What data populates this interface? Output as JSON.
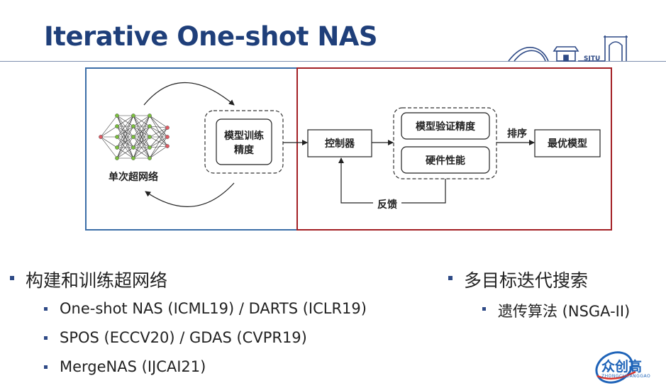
{
  "slide": {
    "title": "Iterative One-shot NAS"
  },
  "logo": {
    "label": "SJTU"
  },
  "diagram": {
    "supernet_label": "单次超网络",
    "train_accuracy": [
      "模型训练",
      "精度"
    ],
    "controller": "控制器",
    "validation_accuracy": "模型验证精度",
    "hardware_performance": "硬件性能",
    "sort_label": "排序",
    "best_model": "最优模型",
    "feedback_label": "反馈",
    "colors": {
      "left_frame": "#3b6ea8",
      "right_frame": "#a31f24",
      "node_green": "#7bbf3e",
      "node_red": "#e05a63"
    }
  },
  "left_bullets": {
    "heading": "构建和训练超网络",
    "items": [
      "One-shot NAS (ICML19) / DARTS (ICLR19)",
      "SPOS (ECCV20) / GDAS (CVPR19)",
      "MergeNAS (IJCAI21)"
    ]
  },
  "right_bullets": {
    "heading": "多目标迭代搜索",
    "items": [
      "遗传算法 (NSGA-II)"
    ]
  },
  "watermark": {
    "name": "众创高",
    "pinyin": "ZHONGCHUANGGAO"
  }
}
